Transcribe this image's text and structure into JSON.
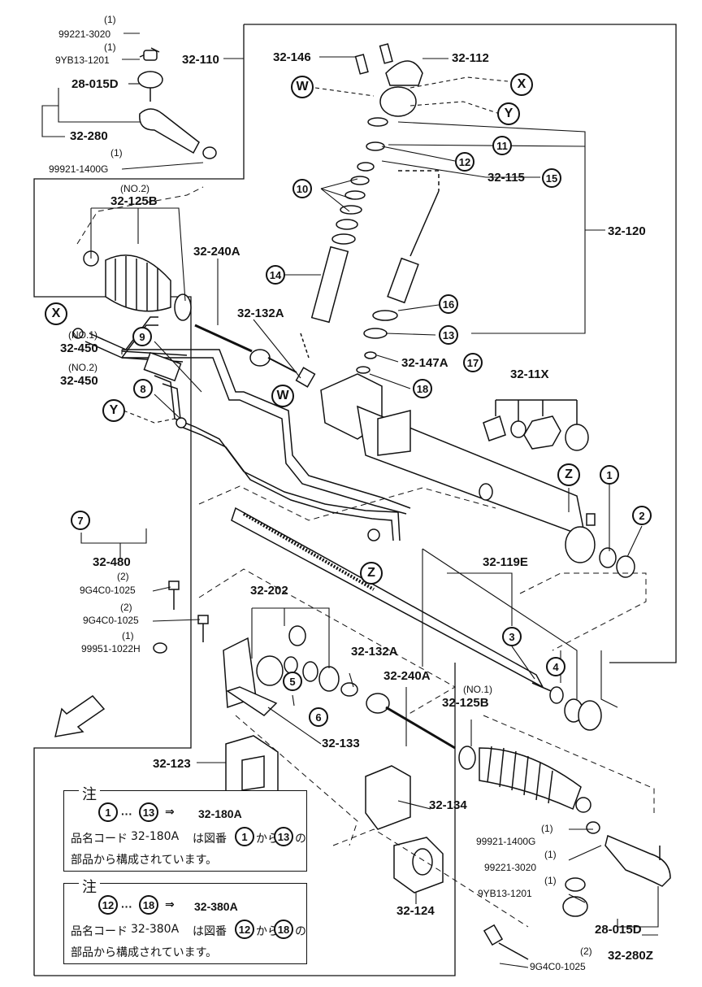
{
  "labels": {
    "p99221_3020_top": "99221-3020",
    "p9yb13_1201_top": "9YB13-1201",
    "p28_015d_top": "28-015D",
    "p32_280": "32-280",
    "p99921_1400g_top": "99921-1400G",
    "p32_110": "32-110",
    "p32_146": "32-146",
    "p32_112": "32-112",
    "p32_115": "32-115",
    "p32_120": "32-120",
    "p32_125b_top": "32-125B",
    "no2_top": "(NO.2)",
    "p32_240a_top": "32-240A",
    "p32_132a_top": "32-132A",
    "no1_left": "(NO.1)",
    "p32_450_1": "32-450",
    "no2_left": "(NO.2)",
    "p32_450_2": "32-450",
    "p32_147a": "32-147A",
    "p32_11x": "32-11X",
    "p32_480": "32-480",
    "p9g4c0_1025_a": "9G4C0-1025",
    "p9g4c0_1025_b": "9G4C0-1025",
    "p99951_1022h": "99951-1022H",
    "p32_202": "32-202",
    "p32_119e": "32-119E",
    "p32_132a_bot": "32-132A",
    "p32_240a_bot": "32-240A",
    "no1_bot": "(NO.1)",
    "p32_125b_bot": "32-125B",
    "p32_133": "32-133",
    "p32_123": "32-123",
    "p32_134": "32-134",
    "p32_124": "32-124",
    "p99921_1400g_bot": "99921-1400G",
    "p99221_3020_bot": "99221-3020",
    "p9yb13_1201_bot": "9YB13-1201",
    "p28_015d_bot": "28-015D",
    "p32_280z": "32-280Z",
    "p9g4c0_1025_c": "9G4C0-1025"
  },
  "quantities": {
    "q1": "(1)",
    "q2": "(2)"
  },
  "callouts": {
    "c1": "1",
    "c2": "2",
    "c3": "3",
    "c4": "4",
    "c5": "5",
    "c6": "6",
    "c7": "7",
    "c8": "8",
    "c9": "9",
    "c10": "10",
    "c11": "11",
    "c12": "12",
    "c13": "13",
    "c14": "14",
    "c15": "15",
    "c16": "16",
    "c17": "17",
    "c18": "18",
    "cw": "W",
    "cx": "X",
    "cy": "Y",
    "cz": "Z"
  },
  "notes": [
    {
      "head": "注",
      "range_from": "1",
      "range_to": "13",
      "arrow": "⇒",
      "target": "32-180A",
      "line1_prefix": "品名コード",
      "line1_code": "32-180A",
      "line1_mid": "は図番",
      "line1_from_word": "から",
      "line1_suffix": "の",
      "line2": "部品から構成されています。"
    },
    {
      "head": "注",
      "range_from": "12",
      "range_to": "18",
      "arrow": "⇒",
      "target": "32-380A",
      "line1_prefix": "品名コード",
      "line1_code": "32-380A",
      "line1_mid": "は図番",
      "line1_from_word": "から",
      "line1_suffix": "の",
      "line2": "部品から構成されています。"
    }
  ],
  "fwd_text": "FWD",
  "ellipsis": "···"
}
